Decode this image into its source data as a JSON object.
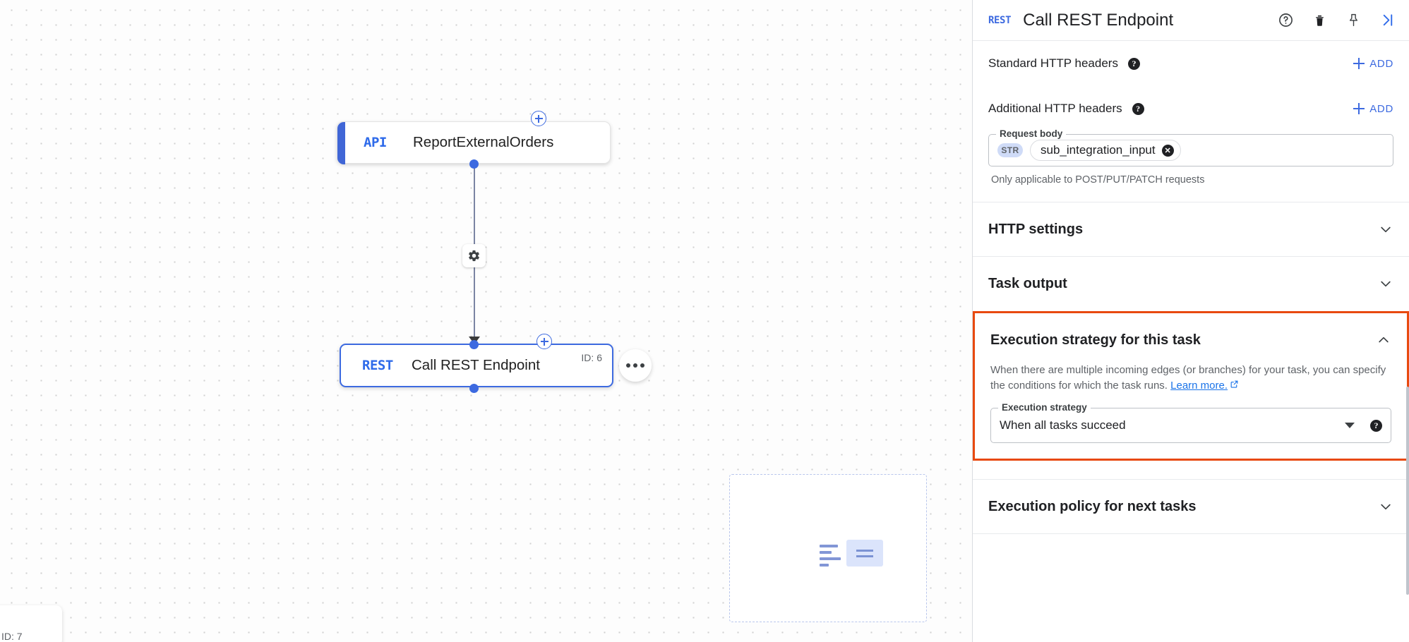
{
  "panel": {
    "header": {
      "badge": "REST",
      "title": "Call REST Endpoint",
      "help_icon": "help-circle-icon",
      "delete_icon": "trash-icon",
      "pin_icon": "pin-icon",
      "collapse_icon": "collapse-right-icon"
    },
    "standard_headers": {
      "label": "Standard HTTP headers",
      "help": "?",
      "add_label": "ADD"
    },
    "additional_headers": {
      "label": "Additional HTTP headers",
      "help": "?",
      "add_label": "ADD"
    },
    "request_body": {
      "legend": "Request body",
      "type_chip": "STR",
      "value": "sub_integration_input",
      "hint": "Only applicable to POST/PUT/PATCH requests"
    },
    "sections": [
      {
        "title": "HTTP settings",
        "expanded": false
      },
      {
        "title": "Task output",
        "expanded": false
      },
      {
        "title": "Execution policy for next tasks",
        "expanded": false
      }
    ],
    "execution_strategy": {
      "title": "Execution strategy for this task",
      "expanded": true,
      "description_part1": "When there are multiple incoming edges (or branches) for your task, you can specify the conditions for which the task runs.",
      "link_text": "Learn more.",
      "field_legend": "Execution strategy",
      "selected_value": "When all tasks succeed",
      "help": "?",
      "highlight_color": "#e8490f"
    }
  },
  "canvas": {
    "nodes": [
      {
        "badge": "API",
        "title": "ReportExternalOrders",
        "selected": false
      },
      {
        "badge": "REST",
        "title": "Call REST Endpoint",
        "id_label": "ID: 6",
        "selected": true
      }
    ],
    "bottom_left_card": {
      "id_label": "ID: 7"
    },
    "accent_color": "#3d6ae0"
  }
}
